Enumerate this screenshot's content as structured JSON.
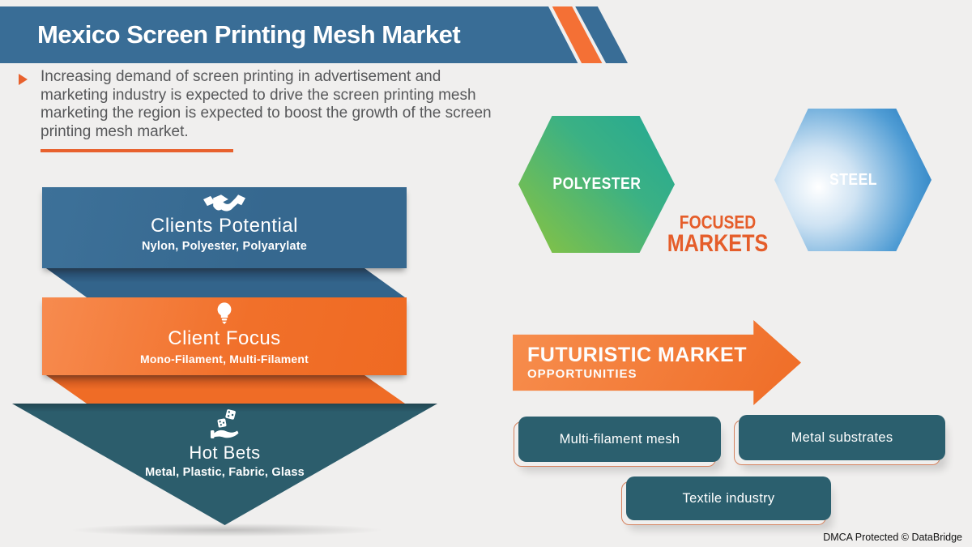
{
  "header": {
    "title": "Mexico Screen Printing Mesh Market",
    "banner_color": "#396d96",
    "stripe_orange_color": "#f47035"
  },
  "intro": {
    "text": "Increasing demand of screen printing in advertisement and marketing industry is expected to drive the screen printing mesh marketing the region is expected to boost the growth of the screen printing mesh market.",
    "accent_color": "#e8612d"
  },
  "funnel": {
    "layers": [
      {
        "title": "Clients Potential",
        "subtitle": "Nylon, Polyester, Polyarylate",
        "icon": "handshake-icon",
        "color": "#36688f"
      },
      {
        "title": "Client Focus",
        "subtitle": "Mono-Filament, Multi-Filament",
        "icon": "lightbulb-icon",
        "color": "#f1702a"
      },
      {
        "title": "Hot Bets",
        "subtitle": "Metal, Plastic, Fabric, Glass",
        "icon": "dice-hand-icon",
        "color": "#2c5d6c"
      }
    ]
  },
  "focused_markets": {
    "label_line1": "FOCUSED",
    "label_line2": "MARKETS",
    "text_color": "#e55d2a",
    "hexagons": [
      {
        "label": "POLYESTER",
        "gradient": [
          "#8cc43e",
          "#23a894"
        ]
      },
      {
        "label": "STEEL",
        "gradient": [
          "#ffffff",
          "#1b72b8"
        ]
      }
    ]
  },
  "opportunities": {
    "arrow_line1": "FUTURISTIC MARKET",
    "arrow_line2": "OPPORTUNITIES",
    "arrow_color": "#ef6c26",
    "box_color": "#2b5f6e",
    "items": [
      "Multi-filament mesh",
      "Metal substrates",
      "Textile industry"
    ]
  },
  "footer": {
    "text": "DMCA Protected © DataBridge"
  }
}
